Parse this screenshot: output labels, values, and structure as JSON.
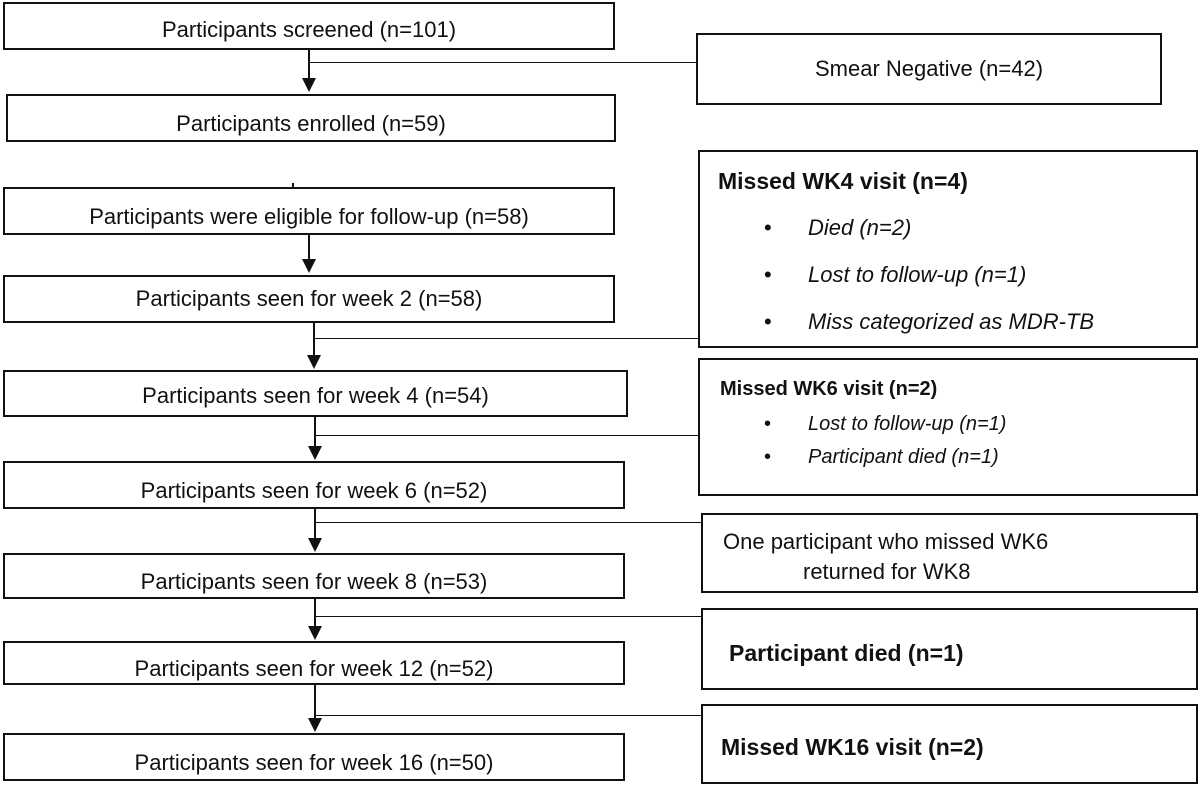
{
  "left_boxes": {
    "screened": "Participants screened  (n=101)",
    "enrolled": "Participants enrolled (n=59)",
    "eligible": "Participants were eligible for follow-up (n=58)",
    "week2": "Participants seen for week 2 (n=58)",
    "week4": "Participants seen for week 4 (n=54)",
    "week6": "Participants seen for week 6 (n=52)",
    "week8": "Participants seen for week 8 (n=53)",
    "week12": "Participants seen for week 12 (n=52)",
    "week16": "Participants seen for week 16 (n=50)"
  },
  "right_boxes": {
    "smear_negative": "Smear Negative (n=42)",
    "missed_wk4": {
      "title": "Missed WK4 visit (n=4)",
      "items": [
        "Died (n=2)",
        "Lost to follow-up (n=1)",
        "Miss categorized as MDR-TB"
      ]
    },
    "missed_wk6": {
      "title": "Missed WK6 visit (n=2)",
      "items": [
        "Lost to follow-up (n=1)",
        "Participant died (n=1)"
      ]
    },
    "returned_line1": "One participant who missed WK6",
    "returned_line2": "returned for WK8",
    "participant_died": "Participant died (n=1)",
    "missed_wk16": "Missed WK16 visit (n=2)"
  },
  "bullet_glyph": "•"
}
